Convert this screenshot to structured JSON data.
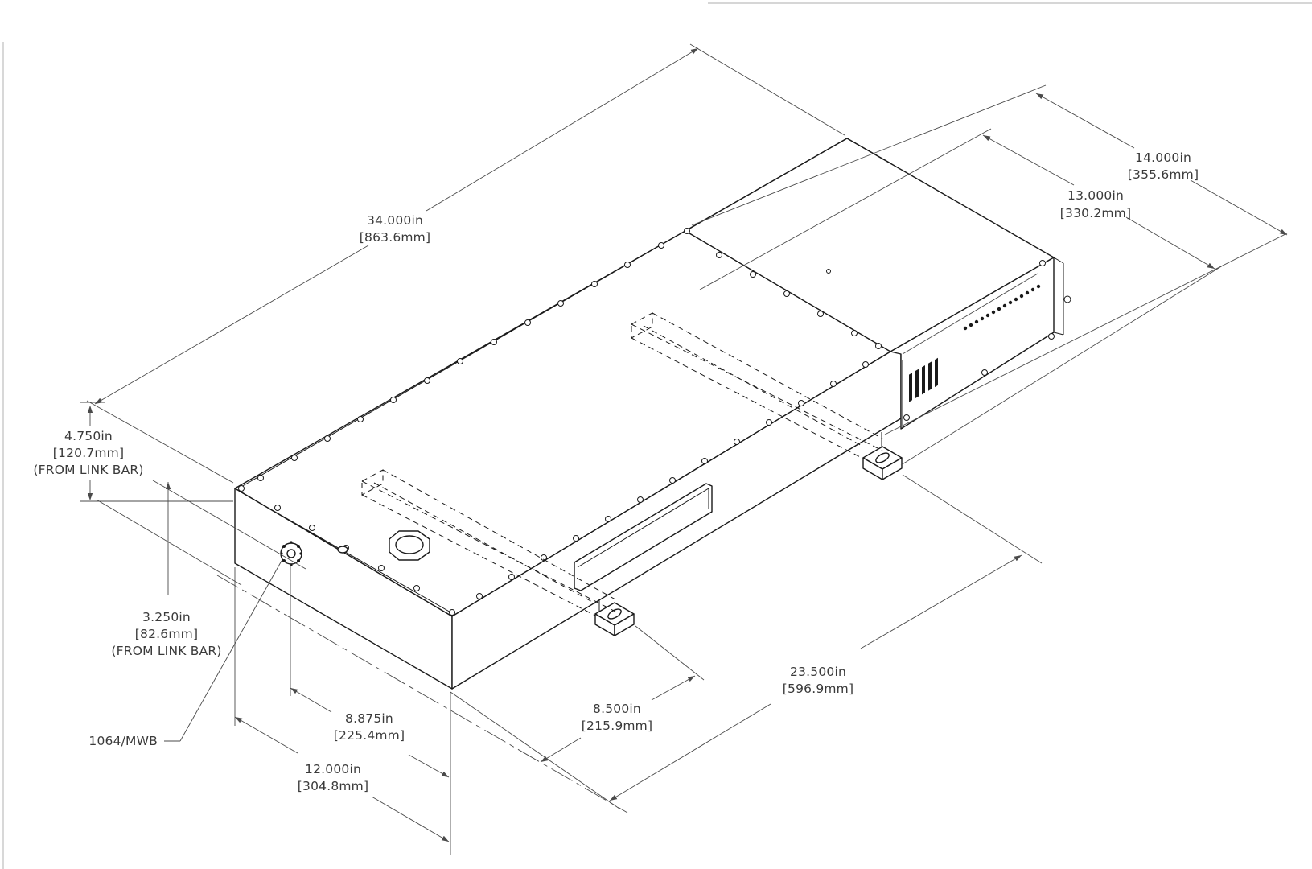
{
  "dimensions": {
    "length_34": {
      "value": "34.000in",
      "metric": "[863.6mm]"
    },
    "width_14": {
      "value": "14.000in",
      "metric": "[355.6mm]"
    },
    "width_13": {
      "value": "13.000in",
      "metric": "[330.2mm]"
    },
    "height_475": {
      "value": "4.750in",
      "metric": "[120.7mm]",
      "note": "(FROM LINK BAR)"
    },
    "height_325": {
      "value": "3.250in",
      "metric": "[82.6mm]",
      "note": "(FROM LINK BAR)"
    },
    "offset_8875": {
      "value": "8.875in",
      "metric": "[225.4mm]"
    },
    "width_12": {
      "value": "12.000in",
      "metric": "[304.8mm]"
    },
    "offset_85": {
      "value": "8.500in",
      "metric": "[215.9mm]"
    },
    "length_235": {
      "value": "23.500in",
      "metric": "[596.9mm]"
    }
  },
  "callouts": {
    "output_port": "1064/MWB"
  },
  "colors": {
    "line": "#1a1a1a",
    "dimension": "#4a4a4a",
    "frame": "#bdbdbd"
  }
}
